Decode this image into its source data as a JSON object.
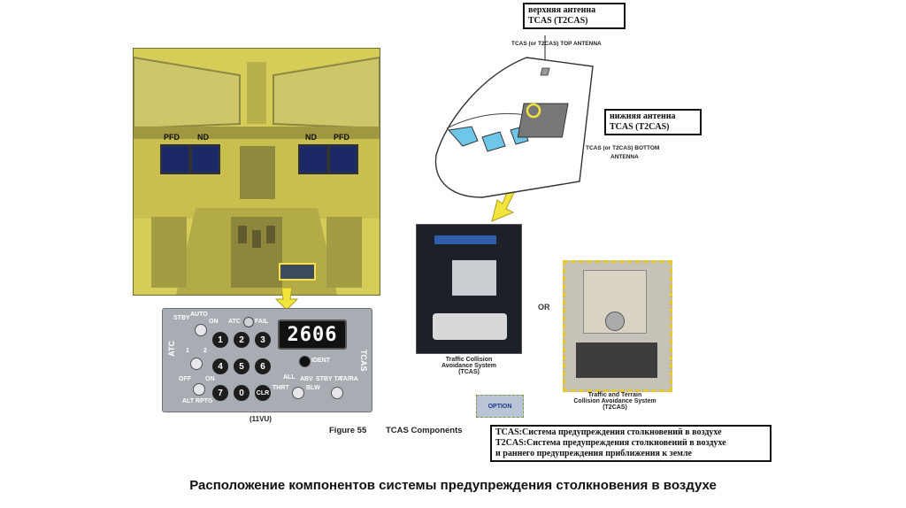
{
  "top_antenna_box": {
    "line1": "верхняя антенна",
    "line2": "TCAS (T2CAS)"
  },
  "top_antenna_label": "TCAS (or T2CAS) TOP ANTENNA",
  "bottom_antenna_box": {
    "line1": "нижняя антенна",
    "line2": "TCAS (T2CAS)"
  },
  "bottom_antenna_label": {
    "line1": "TCAS (or T2CAS) BOTTOM",
    "line2": "ANTENNA"
  },
  "cockpit": {
    "pfd_left": "PFD",
    "nd_left": "ND",
    "nd_right": "ND",
    "pfd_right": "PFD"
  },
  "panel": {
    "display": "2606",
    "stby": "STBY",
    "auto": "AUTO",
    "on1": "ON",
    "atc_fail": "ATC",
    "fail": "FAIL",
    "one": "1",
    "two": "2",
    "off": "OFF",
    "on2": "ON",
    "alt_rptg": "ALT RPTG",
    "atc_side": "ATC",
    "tcas_side": "TCAS",
    "ident": "IDENT",
    "all": "ALL",
    "abv": "ABV",
    "stby_ta": "STBY TA",
    "ta_ra": "TA/RA",
    "thrt": "THRT",
    "blw": "BLW",
    "keys": [
      "1",
      "2",
      "3",
      "4",
      "5",
      "6",
      "7",
      "0",
      "CLR"
    ]
  },
  "panel_caption": "(11VU)",
  "figure_caption": {
    "num": "Figure 55",
    "title": "TCAS Components"
  },
  "tcas_caption": {
    "l1": "Traffic Collision",
    "l2": "Avoidance System",
    "l3": "(TCAS)"
  },
  "or_label": "OR",
  "option_label": "OPTION",
  "t2cas_caption": {
    "l1": "Traffic and Terrain",
    "l2": "Collision Avoidance System",
    "l3": "(T2CAS)"
  },
  "legend": {
    "l1": "TCAS:Система предупреждения столкновений в воздухе",
    "l2": "T2CAS:Система предупреждения столкновений в воздухе",
    "l3": "и раннего предупреждения приближения к земле"
  },
  "main_title": "Расположение компонентов системы предупреждения столкновения в воздухе"
}
